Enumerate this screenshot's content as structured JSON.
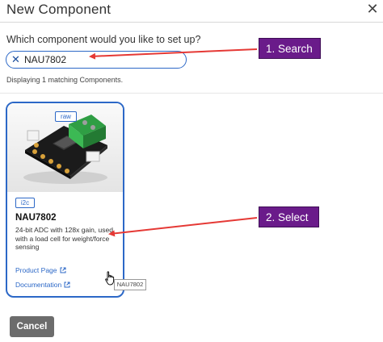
{
  "dialog": {
    "title": "New Component",
    "close_icon": "close-icon",
    "prompt": "Which component would you like to set up?",
    "search": {
      "value": "NAU7802",
      "clear_icon": "clear-icon"
    },
    "result_count": "Displaying 1 matching Components."
  },
  "annotations": {
    "step1": "1. Search",
    "step2": "2. Select",
    "callout_color": "#6a1b8a",
    "arrow_color": "#e53935"
  },
  "component_card": {
    "image_badge": "raw",
    "protocol_badge": "i2c",
    "name": "NAU7802",
    "description": "24-bit ADC with 128x gain, used with a load cell for weight/force sensing",
    "product_link": "Product Page",
    "docs_link": "Documentation",
    "link_icon": "external-link-icon",
    "tooltip": "NAU7802"
  },
  "footer": {
    "cancel_label": "Cancel"
  },
  "colors": {
    "accent": "#2c68c7",
    "cancel_bg": "#6c6c6c"
  }
}
